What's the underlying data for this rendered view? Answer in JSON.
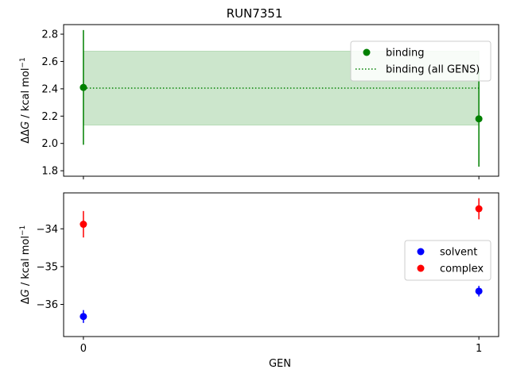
{
  "chart_data": {
    "title": "RUN7351",
    "xlabel": "GEN",
    "x_ticks": [
      0,
      1
    ],
    "x_range": [
      -0.05,
      1.05
    ],
    "colors": {
      "binding": "#008000",
      "binding_band": "#cce6cc",
      "solvent": "#0000ff",
      "complex": "#ff0000"
    },
    "panels": [
      {
        "type": "scatter",
        "ylabel_parts": [
          "ΔΔ",
          "G",
          " / kcal mol",
          "−1"
        ],
        "ylim": [
          1.76,
          2.87
        ],
        "y_ticks": [
          1.8,
          2.0,
          2.2,
          2.4,
          2.6,
          2.8
        ],
        "y_tick_labels": [
          "1.8",
          "2.0",
          "2.2",
          "2.4",
          "2.6",
          "2.8"
        ],
        "series": [
          {
            "name": "binding",
            "color": "#008000",
            "marker": "point-errorbar",
            "x": [
              0,
              1
            ],
            "y": [
              2.41,
              2.18
            ],
            "err": [
              0.42,
              0.35
            ]
          }
        ],
        "reference": {
          "name": "binding (all GENS)",
          "color": "#008000",
          "style": "dotted",
          "value": 2.405,
          "band": [
            2.135,
            2.675
          ]
        },
        "legend_position": "upper-right"
      },
      {
        "type": "scatter",
        "ylabel_parts": [
          "Δ",
          "G",
          " / kcal mol",
          "−1"
        ],
        "ylim": [
          -36.85,
          -33.05
        ],
        "y_ticks": [
          -34,
          -35,
          -36
        ],
        "y_tick_labels": [
          "−34",
          "−35",
          "−36"
        ],
        "series": [
          {
            "name": "solvent",
            "color": "#0000ff",
            "marker": "point-errorbar",
            "x": [
              0,
              1
            ],
            "y": [
              -36.32,
              -35.65
            ],
            "err": [
              0.17,
              0.14
            ]
          },
          {
            "name": "complex",
            "color": "#ff0000",
            "marker": "point-errorbar",
            "x": [
              0,
              1
            ],
            "y": [
              -33.88,
              -33.47
            ],
            "err": [
              0.35,
              0.28
            ]
          }
        ],
        "legend_position": "center-right"
      }
    ]
  }
}
